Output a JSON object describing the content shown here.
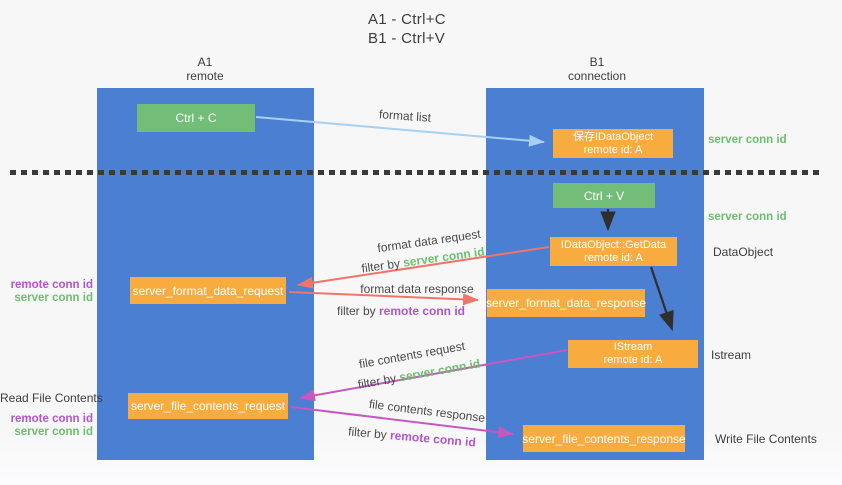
{
  "title": {
    "line1": "A1 - Ctrl+C",
    "line2": "B1 - Ctrl+V"
  },
  "lifelines": {
    "left": {
      "name": "A1",
      "role": "remote"
    },
    "right": {
      "name": "B1",
      "role": "connection"
    }
  },
  "nodes": {
    "ctrl_c": {
      "label": "Ctrl + C"
    },
    "save_dataobject": {
      "line1": "保存IDataObject",
      "line2": "remote id: A"
    },
    "ctrl_v": {
      "label": "Ctrl + V"
    },
    "getdata": {
      "line1": "IDataObject::GetData",
      "line2": "remote id: A"
    },
    "format_data_request": {
      "label": "server_format_data_request"
    },
    "format_data_response": {
      "label": "server_format_data_response"
    },
    "istream": {
      "line1": "IStream",
      "line2": "remote id: A"
    },
    "file_contents_request": {
      "label": "server_file_contents_request"
    },
    "file_contents_response": {
      "label": "server_file_contents_response"
    }
  },
  "edge_labels": {
    "format_list": "format list",
    "format_data_request": "format data request",
    "format_data_response": "format data response",
    "file_contents_request": "file contents request",
    "file_contents_response": "file contents response",
    "filter_by": "filter by ",
    "server_conn_id": "server conn id",
    "remote_conn_id": "remote conn id"
  },
  "side_labels": {
    "server_conn_id_top": "server conn id",
    "server_conn_id_mid": "server conn id",
    "dataobject": "DataObject",
    "istream": "Istream",
    "write_file_contents": "Write File Contents",
    "read_file_contents": "Read File Contents",
    "remote_conn_id": "remote conn id",
    "server_conn_id": "server conn id"
  },
  "colors": {
    "lifeline_blue": "#4a7fd1",
    "action_green": "#72be78",
    "message_orange": "#f8ac40",
    "arrow_lightblue": "#a8d0f0",
    "arrow_salmon": "#f07468",
    "arrow_magenta": "#c558c1",
    "arrow_black": "#2f2f2f",
    "text_green": "#6cbf6e",
    "text_purple": "#b156c8",
    "text_dark": "#3d3d3d"
  }
}
